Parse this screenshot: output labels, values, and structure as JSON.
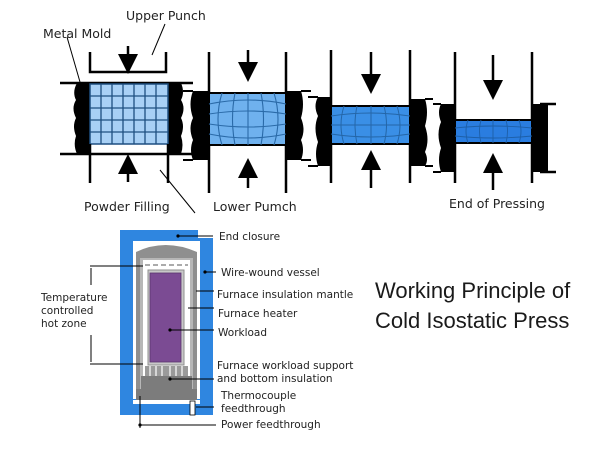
{
  "title": {
    "line1": "Working Principle of",
    "line2": "Cold Isostatic Press"
  },
  "pressing_stages": {
    "labels": {
      "upper_punch": "Upper Punch",
      "metal_mold": "Metal Mold",
      "powder_filling": "Powder Filling",
      "lower_punch": "Lower Pumch",
      "end_of_pressing": "End of Pressing"
    },
    "stages": [
      "powder-filling",
      "initial-compression",
      "intermediate-compression",
      "end-of-pressing"
    ],
    "colors": {
      "powder_light": "#a8d0f5",
      "powder_mid": "#6fb1ee",
      "powder_dense": "#3a8fe6",
      "powder_densest": "#2a7de0",
      "mold": "#000000"
    }
  },
  "vessel": {
    "labels": {
      "end_closure": "End closure",
      "wire_wound_vessel": "Wire-wound vessel",
      "insulation_mantle": "Furnace insulation mantle",
      "furnace_heater": "Furnace heater",
      "workload": "Workload",
      "support_line1": "Furnace workload support",
      "support_line2": "and bottom insulation",
      "thermocouple_line1": "Thermocouple",
      "thermocouple_line2": "feedthrough",
      "power_feedthrough": "Power feedthrough",
      "hot_zone_line1": "Temperature",
      "hot_zone_line2": "controlled",
      "hot_zone_line3": "hot zone"
    },
    "colors": {
      "vessel_blue": "#2f86e0",
      "insulation_gray": "#8f8f8f",
      "workload_purple": "#7b4b93"
    }
  }
}
